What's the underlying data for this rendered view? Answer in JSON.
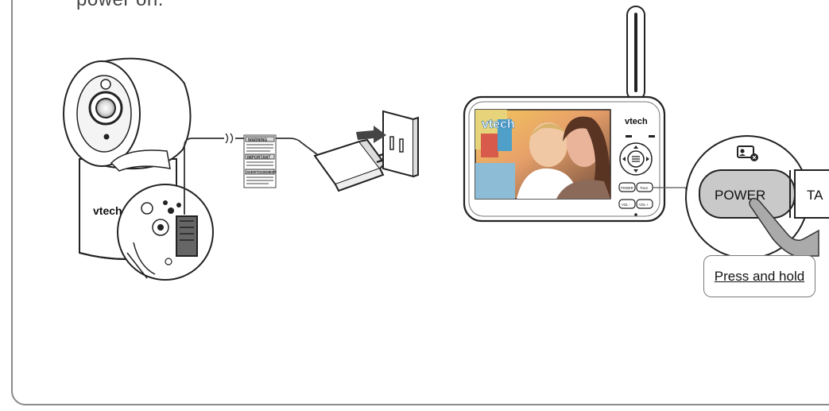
{
  "page": {
    "heading_fragment": "power on."
  },
  "camera": {
    "brand": "vtech"
  },
  "adapter_tag": {
    "lines": [
      "WARNING",
      "IMPORTANT",
      "AVERTISSEMENT"
    ]
  },
  "parent_unit": {
    "brand": "vtech",
    "screen_logo": "vtech",
    "buttons": [
      "POWER",
      "TALK",
      "VOL -",
      "VOL +"
    ]
  },
  "zoom": {
    "power_label": "POWER",
    "talk_partial": "TA",
    "callout": "Press and hold"
  }
}
